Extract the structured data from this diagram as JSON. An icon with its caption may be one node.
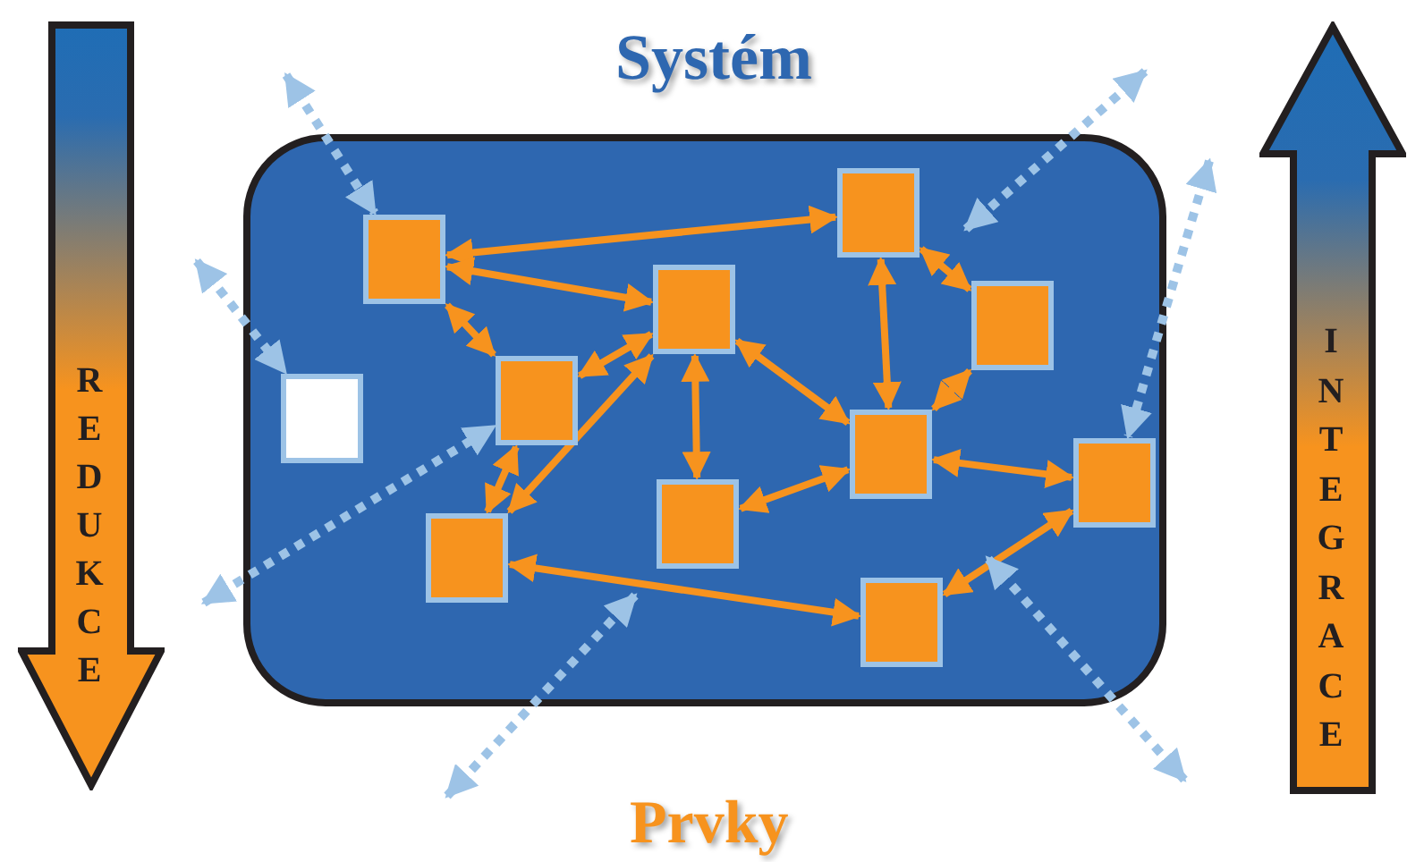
{
  "diagram": {
    "title": "Systém",
    "nodes": [
      {
        "text": [
          "REDUKCE"
        ]
      },
      {
        "text": [
          "INTEGRACE"
        ]
      },
      {
        "text": [],
        "shape": "box"
      },
      {
        "text": [],
        "shape": "box",
        "in": 2
      },
      {
        "text": [],
        "shape": "box",
        "in": 2
      },
      {
        "text": [],
        "shape": "box",
        "in": 2
      },
      {
        "text": [],
        "shape": "box",
        "in": 2
      },
      {
        "text": [],
        "shape": "box",
        "in": 2
      },
      {
        "text": [],
        "shape": "box",
        "in": 2
      },
      {
        "text": [],
        "shape": "box",
        "in": 2
      },
      {
        "text": [],
        "shape": "box",
        "in": 2
      },
      {
        "text": [],
        "shape": "box",
        "in": 2
      },
      {
        "text": [],
        "shape": "box",
        "in": 2
      },
      {
        "text": [],
        "shape": "box",
        "in": 2
      }
    ],
    "edges": [
      {
        "from": 4,
        "to": 3,
        "arrow": "both"
      },
      {
        "from": 4,
        "to": 5,
        "arrow": "both"
      },
      {
        "from": 4,
        "to": 7,
        "arrow": "both"
      },
      {
        "from": 7,
        "to": 5,
        "arrow": "both"
      },
      {
        "from": 7,
        "to": 12,
        "arrow": "both"
      },
      {
        "from": 12,
        "to": 5,
        "arrow": "both"
      },
      {
        "from": 5,
        "to": 11,
        "arrow": "both"
      },
      {
        "from": 5,
        "to": 9,
        "arrow": "both"
      },
      {
        "from": 3,
        "to": 9,
        "arrow": "both"
      },
      {
        "from": 3,
        "to": 6,
        "arrow": "both"
      },
      {
        "from": 6,
        "to": 9,
        "arrow": "both"
      },
      {
        "from": 11,
        "to": 9,
        "arrow": "both"
      },
      {
        "from": 9,
        "to": 10,
        "arrow": "both"
      },
      {
        "from": 10,
        "to": 13,
        "arrow": "both"
      },
      {
        "from": 12,
        "to": 13,
        "arrow": "both"
      },
      {
        "from": null,
        "to": 4,
        "arrow": "both",
        "style": "dashed",
        "color": "#9dc3e6"
      },
      {
        "from": null,
        "to": 8,
        "arrow": "both",
        "style": "dashed",
        "color": "#9dc3e6"
      },
      {
        "from": null,
        "to": 7,
        "arrow": "both",
        "style": "dashed",
        "color": "#9dc3e6"
      },
      {
        "from": null,
        "to": 10,
        "arrow": "both",
        "style": "dashed",
        "color": "#9dc3e6"
      }
    ],
    "labels": [
      "Prvky"
    ]
  }
}
